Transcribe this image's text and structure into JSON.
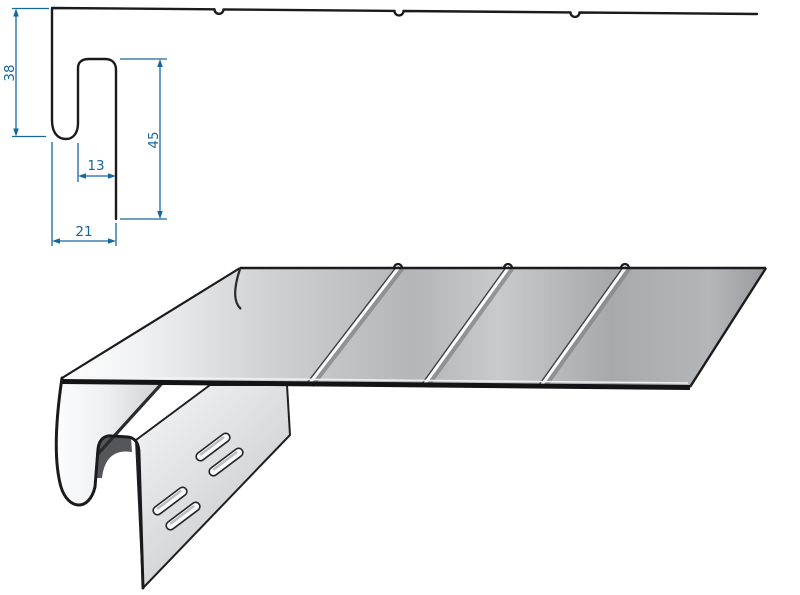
{
  "profile_view": {
    "dimensions": {
      "hook_height": "38",
      "leg_length": "45",
      "channel_width": "13",
      "overall_width": "21"
    }
  },
  "colors": {
    "dimension_accent": "#16679e",
    "outline": "#1b1b1d",
    "metal_light": "#f5f6f7",
    "metal_dark": "#9a9b9e"
  }
}
